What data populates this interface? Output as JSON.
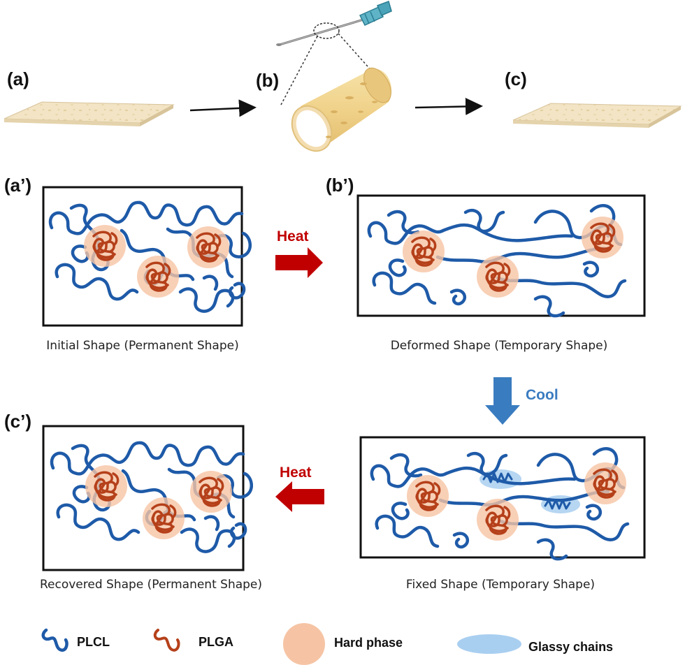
{
  "panels": {
    "a": "(a)",
    "b": "(b)",
    "c": "(c)",
    "a_prime": "(a’)",
    "b_prime": "(b’)",
    "c_prime": "(c’)"
  },
  "captions": {
    "initial": "Initial Shape (Permanent Shape)",
    "deformed": "Deformed Shape (Temporary Shape)",
    "fixed": "Fixed Shape (Temporary Shape)",
    "recovered": "Recovered Shape (Permanent Shape)"
  },
  "transitions": {
    "heat_forward": "Heat",
    "cool": "Cool",
    "heat_back": "Heat"
  },
  "legend": {
    "plcl": "PLCL",
    "plga": "PLGA",
    "hard_phase": "Hard phase",
    "glassy_chains": "Glassy chains"
  },
  "colors": {
    "plcl_chain": "#1e5aa8",
    "plga_chain": "#b5401a",
    "hard_phase": "#f6c4a4",
    "glassy_chains": "#a9cff0",
    "heat_arrow": "#c00000",
    "cool_arrow": "#3a7cc0"
  }
}
